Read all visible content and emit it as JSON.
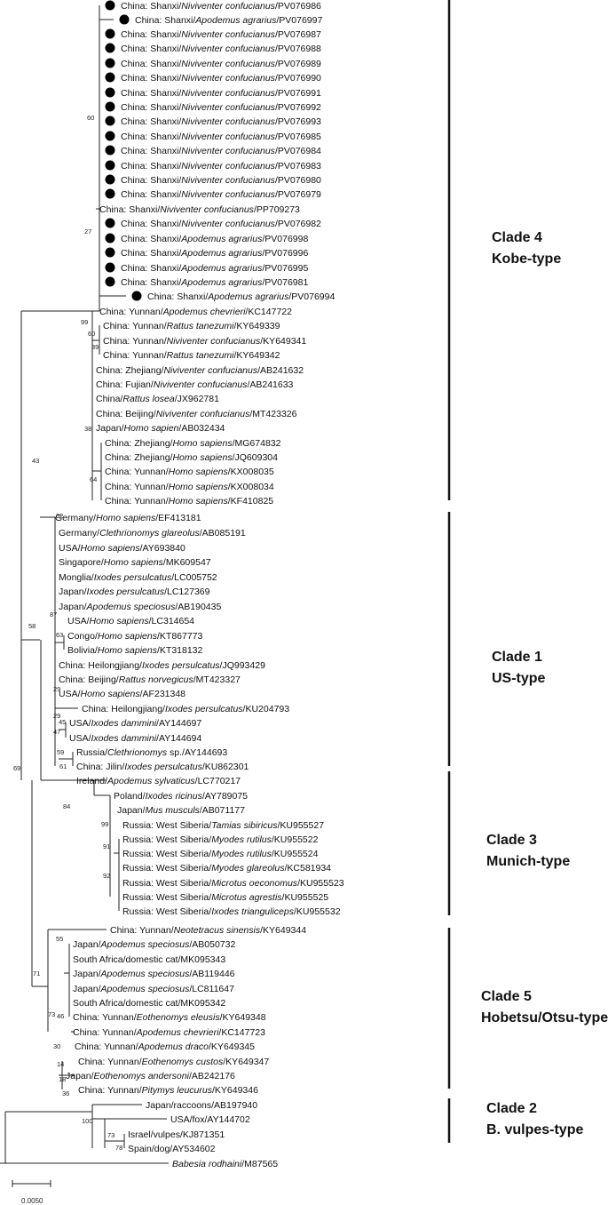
{
  "tree": {
    "leaves": [
      {
        "pre": "China: Shanxi/",
        "sp": "Niviventer confucianus",
        "post": "/PV076986",
        "dot": true
      },
      {
        "pre": "China: Shanxi/",
        "sp": "Apodemus agrarius",
        "post": "/PV076997",
        "dot": true
      },
      {
        "pre": "China: Shanxi/",
        "sp": "Niviventer confucianus",
        "post": "/PV076987",
        "dot": true
      },
      {
        "pre": "China: Shanxi/",
        "sp": "Niviventer confucianus",
        "post": "/PV076988",
        "dot": true
      },
      {
        "pre": "China: Shanxi/",
        "sp": "Niviventer confucianus",
        "post": "/PV076989",
        "dot": true
      },
      {
        "pre": "China: Shanxi/",
        "sp": "Niviventer confucianus",
        "post": "/PV076990",
        "dot": true
      },
      {
        "pre": "China: Shanxi/",
        "sp": "Niviventer confucianus",
        "post": "/PV076991",
        "dot": true
      },
      {
        "pre": "China: Shanxi/",
        "sp": "Niviventer confucianus",
        "post": "/PV076992",
        "dot": true
      },
      {
        "pre": "China: Shanxi/",
        "sp": "Niviventer confucianus",
        "post": "/PV076993",
        "dot": true
      },
      {
        "pre": "China: Shanxi/",
        "sp": "Niviventer confucianus",
        "post": "/PV076985",
        "dot": true
      },
      {
        "pre": "China: Shanxi/",
        "sp": "Niviventer confucianus",
        "post": "/PV076984",
        "dot": true
      },
      {
        "pre": "China: Shanxi/",
        "sp": "Niviventer confucianus",
        "post": "/PV076983",
        "dot": true
      },
      {
        "pre": "China: Shanxi/",
        "sp": "Niviventer confucianus",
        "post": "/PV076980",
        "dot": true
      },
      {
        "pre": "China: Shanxi/",
        "sp": "Niviventer confucianus",
        "post": "/PV076979",
        "dot": true
      },
      {
        "pre": "China: Shanxi/",
        "sp": "Niviventer confucianus",
        "post": "/PP709273",
        "dot": false
      },
      {
        "pre": "China: Shanxi/",
        "sp": "Niviventer confucianus",
        "post": "/PV076982",
        "dot": true
      },
      {
        "pre": "China: Shanxi/",
        "sp": "Apodemus agrarius",
        "post": "/PV076998",
        "dot": true
      },
      {
        "pre": "China: Shanxi/",
        "sp": "Apodemus agrarius",
        "post": "/PV076996",
        "dot": true
      },
      {
        "pre": "China: Shanxi/",
        "sp": "Apodemus agrarius",
        "post": "/PV076995",
        "dot": true
      },
      {
        "pre": "China: Shanxi/",
        "sp": "Apodemus agrarius",
        "post": "/PV076981",
        "dot": true
      },
      {
        "pre": "China: Shanxi/",
        "sp": "Apodemus agrarius",
        "post": "/PV076994",
        "dot": true
      },
      {
        "pre": "China: Yunnan/",
        "sp": "Apodemus chevrieri",
        "post": "/KC147722",
        "dot": false
      },
      {
        "pre": "China: Yunnan/",
        "sp": "Rattus tanezumi",
        "post": "/KY649339",
        "dot": false
      },
      {
        "pre": "China: Yunnan/",
        "sp": "Niviventer confucianus",
        "post": "/KY649341",
        "dot": false
      },
      {
        "pre": "China: Yunnan/",
        "sp": "Rattus tanezumi",
        "post": "/KY649342",
        "dot": false
      },
      {
        "pre": "China: Zhejiang/",
        "sp": "Niviventer confucianus",
        "post": "/AB241632",
        "dot": false
      },
      {
        "pre": "China: Fujian/",
        "sp": "Niviventer confucianus",
        "post": "/AB241633",
        "dot": false
      },
      {
        "pre": "China/",
        "sp": "Rattus losea",
        "post": "/JX962781",
        "dot": false
      },
      {
        "pre": "China: Beijing/",
        "sp": "Niviventer confucianus",
        "post": "/MT423326",
        "dot": false
      },
      {
        "pre": "Japan/",
        "sp": "Homo sapien",
        "post": "/AB032434",
        "dot": false
      },
      {
        "pre": "China: Zhejiang/",
        "sp": "Homo sapiens",
        "post": "/MG674832",
        "dot": false
      },
      {
        "pre": "China: Zhejiang/",
        "sp": "Homo sapiens",
        "post": "/JQ609304",
        "dot": false
      },
      {
        "pre": "China: Yunnan/",
        "sp": "Homo sapiens",
        "post": "/KX008035",
        "dot": false
      },
      {
        "pre": "China: Yunnan/",
        "sp": "Homo sapiens",
        "post": "/KX008034",
        "dot": false
      },
      {
        "pre": "China: Yunnan/",
        "sp": "Homo sapiens",
        "post": "/KF410825",
        "dot": false
      },
      {
        "pre": "Germany/",
        "sp": "Homo sapiens",
        "post": "/EF413181",
        "dot": false
      },
      {
        "pre": "Germany/",
        "sp": "Clethrionomys glareolus",
        "post": "/AB085191",
        "dot": false
      },
      {
        "pre": "USA/",
        "sp": "Homo sapiens",
        "post": "/AY693840",
        "dot": false
      },
      {
        "pre": "Singapore/",
        "sp": "Homo sapiens",
        "post": "/MK609547",
        "dot": false
      },
      {
        "pre": "Monglia/",
        "sp": "Ixodes persulcatus",
        "post": "/LC005752",
        "dot": false
      },
      {
        "pre": "Japan/",
        "sp": "Ixodes persulcatus",
        "post": "/LC127369",
        "dot": false
      },
      {
        "pre": "Japan/",
        "sp": "Apodemus speciosus",
        "post": "/AB190435",
        "dot": false
      },
      {
        "pre": "USA/",
        "sp": "Homo sapiens",
        "post": "/LC314654",
        "dot": false
      },
      {
        "pre": "Congo/",
        "sp": "Homo sapiens",
        "post": "/KT867773",
        "dot": false
      },
      {
        "pre": "Bolivia/",
        "sp": "Homo sapiens",
        "post": "/KT318132",
        "dot": false
      },
      {
        "pre": "China: Heilongjiang/",
        "sp": "Ixodes persulcatus",
        "post": "/JQ993429",
        "dot": false
      },
      {
        "pre": "China: Beijing/",
        "sp": "Rattus norvegicus",
        "post": "/MT423327",
        "dot": false
      },
      {
        "pre": "USA/",
        "sp": "Homo sapiens",
        "post": "/AF231348",
        "dot": false
      },
      {
        "pre": "China: Heilongjiang/",
        "sp": "Ixodes persulcatus",
        "post": "/KU204793",
        "dot": false
      },
      {
        "pre": "USA/",
        "sp": "Ixodes dammini",
        "post": "/AY144697",
        "dot": false
      },
      {
        "pre": "USA/",
        "sp": "Ixodes dammini",
        "post": "/AY144694",
        "dot": false
      },
      {
        "pre": "Russia/",
        "sp": "Clethrionomys",
        "post": " sp./AY144693",
        "dot": false
      },
      {
        "pre": "China: Jilin/",
        "sp": "Ixodes persulcatus",
        "post": "/KU862301",
        "dot": false
      },
      {
        "pre": "Ireland/",
        "sp": "Apodemus sylvaticus",
        "post": "/LC770217",
        "dot": false
      },
      {
        "pre": "Poland/",
        "sp": "Ixodes ricinus",
        "post": "/AY789075",
        "dot": false
      },
      {
        "pre": "Japan/",
        "sp": "Mus musculs",
        "post": "/AB071177",
        "dot": false
      },
      {
        "pre": "Russia: West Siberia/",
        "sp": "Tamias sibiricus",
        "post": "/KU955527",
        "dot": false
      },
      {
        "pre": "Russia: West Siberia/",
        "sp": "Myodes rutilus",
        "post": "/KU955522",
        "dot": false
      },
      {
        "pre": "Russia: West Siberia/",
        "sp": "Myodes rutilus",
        "post": "/KU955524",
        "dot": false
      },
      {
        "pre": "Russia: West Siberia/",
        "sp": "Myodes glareolus",
        "post": "/KC581934",
        "dot": false
      },
      {
        "pre": "Russia: West Siberia/",
        "sp": "Microtus oeconomus",
        "post": "/KU955523",
        "dot": false
      },
      {
        "pre": "Russia: West Siberia/",
        "sp": "Microtus agrestis",
        "post": "/KU955525",
        "dot": false
      },
      {
        "pre": "Russia: West Siberia/",
        "sp": "Ixodes trianguliceps",
        "post": "/KU955532",
        "dot": false
      },
      {
        "pre": "China: Yunnan/",
        "sp": "Neotetracus sinensis",
        "post": "/KY649344",
        "dot": false
      },
      {
        "pre": "Japan/",
        "sp": "Apodemus speciosus",
        "post": "/AB050732",
        "dot": false
      },
      {
        "pre": "South Africa/domestic cat/MK095343",
        "sp": "",
        "post": "",
        "dot": false
      },
      {
        "pre": "Japan/",
        "sp": "Apodemus speciosus",
        "post": "/AB119446",
        "dot": false
      },
      {
        "pre": "Japan/",
        "sp": "Apodemus speciosus",
        "post": "/LC811647",
        "dot": false
      },
      {
        "pre": "South Africa/domestic cat/MK095342",
        "sp": "",
        "post": "",
        "dot": false
      },
      {
        "pre": "China: Yunnan/",
        "sp": "Eothenomys eleusis",
        "post": "/KY649348",
        "dot": false
      },
      {
        "pre": "China: Yunnan/",
        "sp": "Apodemus chevrieri",
        "post": "/KC147723",
        "dot": false
      },
      {
        "pre": "China: Yunnan/",
        "sp": "Apodemus draco",
        "post": "/KY649345",
        "dot": false
      },
      {
        "pre": "China: Yunnan/",
        "sp": "Eothenomys custos",
        "post": "/KY649347",
        "dot": false
      },
      {
        "pre": "Japan/",
        "sp": "Eothenomys andersoni",
        "post": "/AB242176",
        "dot": false
      },
      {
        "pre": "China: Yunnan/",
        "sp": "Pitymys leucurus",
        "post": "/KY649346",
        "dot": false
      },
      {
        "pre": "Japan/raccoons/AB197940",
        "sp": "",
        "post": "",
        "dot": false
      },
      {
        "pre": "USA/fox/AY144702",
        "sp": "",
        "post": "",
        "dot": false
      },
      {
        "pre": "Israel/vulpes/KJ871351",
        "sp": "",
        "post": "",
        "dot": false
      },
      {
        "pre": "Spain/dog/AY534602",
        "sp": "",
        "post": "",
        "dot": false
      },
      {
        "pre": "",
        "sp": "Babesia rodhaini",
        "post": "/M87565",
        "dot": false
      }
    ],
    "bootstrap": [
      "60",
      "27",
      "99",
      "60",
      "39",
      "38",
      "64",
      "43",
      "62",
      "87",
      "63",
      "58",
      "29",
      "29",
      "47",
      "45",
      "59",
      "61",
      "69",
      "84",
      "99",
      "91",
      "92",
      "71",
      "55",
      "73",
      "46",
      "30",
      "14",
      "18",
      "36",
      "100",
      "73",
      "78"
    ],
    "clades": [
      {
        "line1": "Clade 4",
        "line2": "Kobe-type"
      },
      {
        "line1": "Clade 1",
        "line2": "US-type"
      },
      {
        "line1": "Clade 3",
        "line2": "Munich-type"
      },
      {
        "line1": "Clade 5",
        "line2": "Hobetsu/Otsu-type"
      },
      {
        "line1": "Clade 2",
        "line2": "B. vulpes-type"
      }
    ],
    "scale_label": "0.0050"
  }
}
